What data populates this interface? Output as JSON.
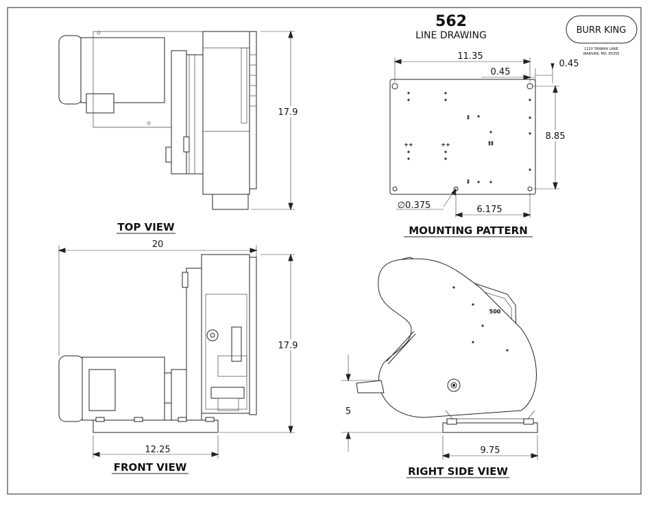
{
  "title_block": {
    "model_number": "562",
    "subtitle": "LINE DRAWING",
    "brand": "BURR KING",
    "address_line1": "1220 TAMARA LANE",
    "address_line2": "WARSAW, MO. 65355"
  },
  "views": {
    "top": {
      "title": "TOP VIEW",
      "height_dim": "17.9"
    },
    "mounting": {
      "title": "MOUNTING PATTERN",
      "width_dim": "11.35",
      "edge_offset_dim": "0.45",
      "edge_offset_dim_right": "0.45",
      "height_dim": "8.85",
      "hole_dia_dim": "∅0.375",
      "bottom_dim": "6.175"
    },
    "front": {
      "title": "FRONT VIEW",
      "width_dim": "20",
      "height_dim": "17.9",
      "base_dim": "12.25"
    },
    "side": {
      "title": "RIGHT SIDE VIEW",
      "height_dim": "5",
      "base_dim": "9.75",
      "badge": "500"
    }
  }
}
